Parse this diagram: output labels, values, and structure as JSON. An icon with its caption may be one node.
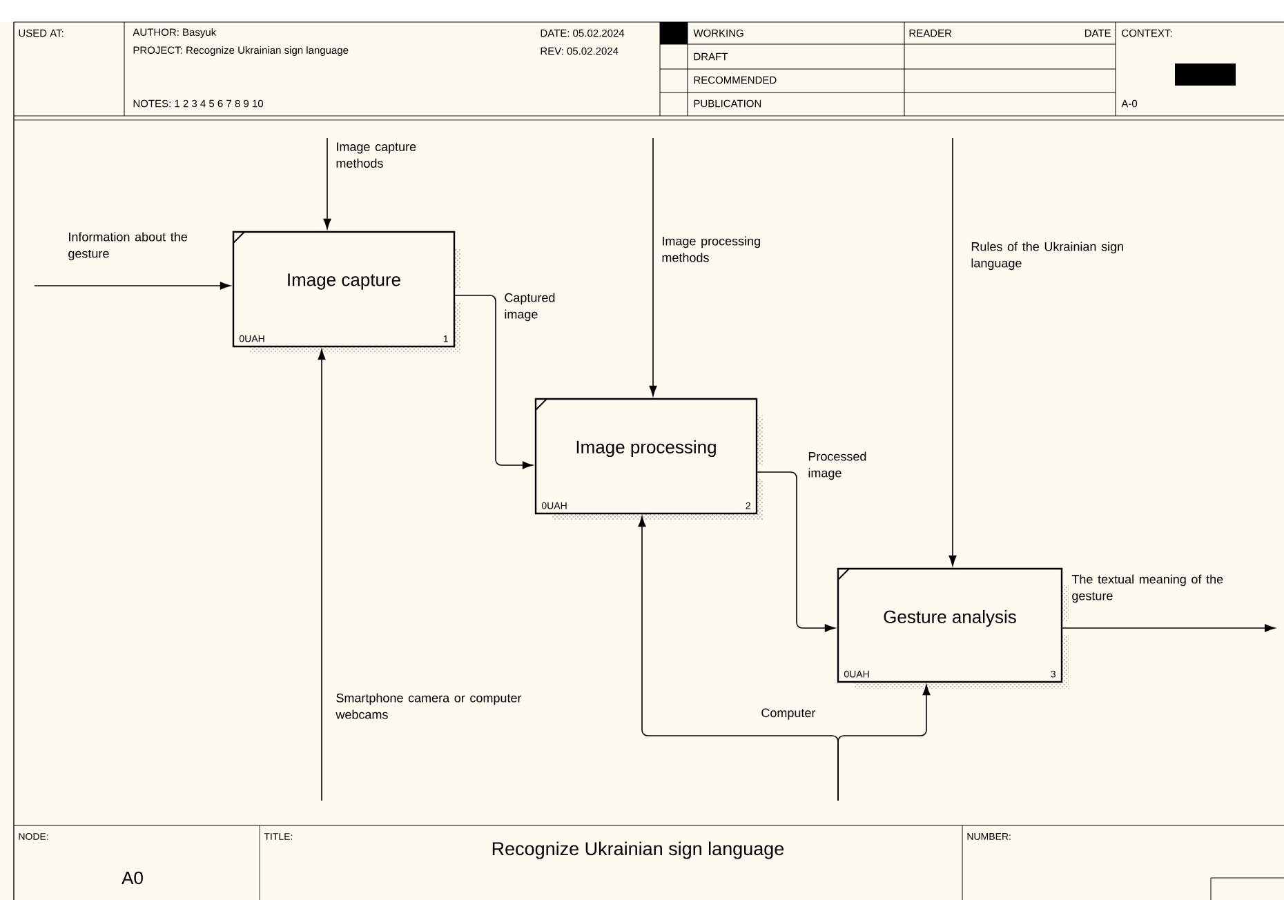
{
  "diagram": {
    "nodes": [
      {
        "text": [
          "Image capture",
          "0UAH",
          "1"
        ]
      },
      {
        "text": [
          "Image processing",
          "0UAH",
          "2"
        ]
      },
      {
        "text": [
          "Gesture analysis",
          "0UAH",
          "3"
        ]
      }
    ],
    "edges": [
      {
        "from": null,
        "to": 0,
        "arrow": "to",
        "label": "Information about the gesture"
      },
      {
        "from": null,
        "to": 0,
        "arrow": "to",
        "label": "Image capture methods"
      },
      {
        "from": null,
        "to": 0,
        "arrow": "to",
        "label": "Smartphone camera or computer webcams"
      },
      {
        "from": 0,
        "to": 1,
        "arrow": "to",
        "label": "Captured image"
      },
      {
        "from": null,
        "to": 1,
        "arrow": "to",
        "label": "Image processing methods"
      },
      {
        "from": null,
        "to": 1,
        "arrow": "to",
        "label": "Computer"
      },
      {
        "from": null,
        "to": 2,
        "arrow": "to"
      },
      {
        "from": 1,
        "to": 2,
        "arrow": "to",
        "label": "Processed image"
      },
      {
        "from": null,
        "to": 2,
        "arrow": "to",
        "label": "Rules of the Ukrainian sign language"
      },
      {
        "from": 2,
        "to": null,
        "arrow": "to",
        "label": "The textual meaning of the gesture"
      }
    ],
    "labels": [
      "USED AT:",
      "AUTHOR: Basyuk",
      "PROJECT: Recognize Ukrainian sign language",
      "DATE: 05.02.2024",
      "REV: 05.02.2024",
      "NOTES: 1 2 3 4 5 6 7 8 9 10",
      "WORKING",
      "DRAFT",
      "RECOMMENDED",
      "PUBLICATION",
      "READER",
      "DATE",
      "CONTEXT:",
      "A-0",
      "NODE:",
      "A0",
      "TITLE:",
      "Recognize Ukrainian sign language",
      "NUMBER:"
    ]
  }
}
